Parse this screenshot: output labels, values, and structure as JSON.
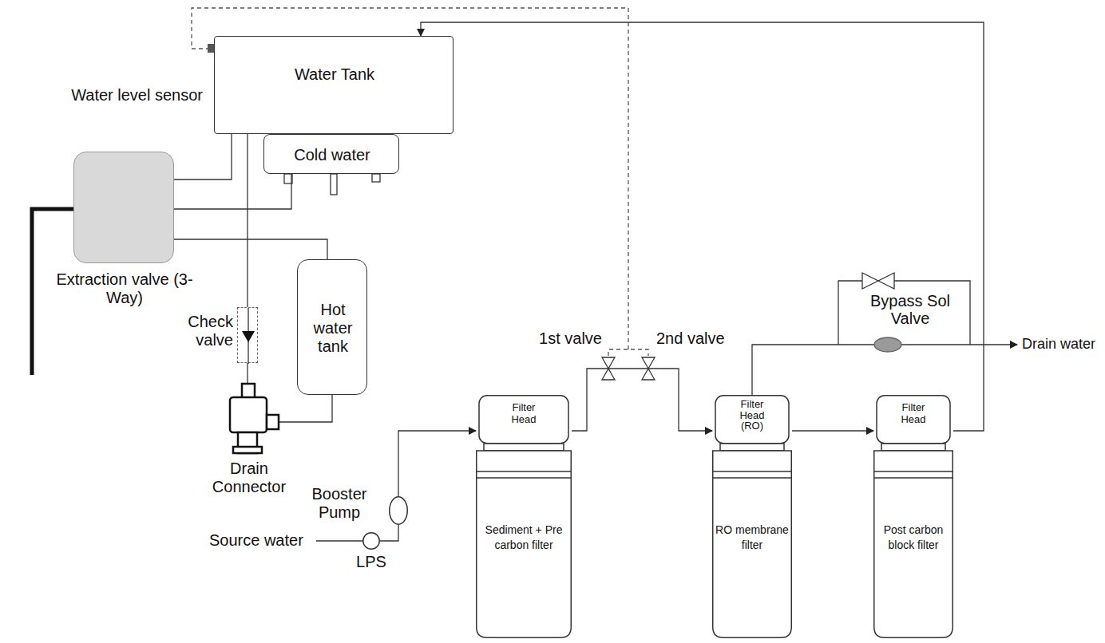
{
  "diagram": {
    "nodes": [
      {
        "text": [
          "Water Tank"
        ]
      },
      {
        "text": [
          "Cold water"
        ]
      },
      {
        "text": [
          "Extraction valve (3-Way)"
        ]
      },
      {
        "text": [
          "Check valve"
        ]
      },
      {
        "text": [
          "Drain Connector"
        ]
      },
      {
        "text": [
          "Hot water tank"
        ]
      },
      {
        "text": [
          "Booster Pump"
        ]
      },
      {
        "text": [
          "LPS"
        ]
      },
      {
        "text": [
          "Filter Head",
          "Sediment + Pre carbon filter"
        ]
      },
      {
        "text": [
          "Filter Head (RO)",
          "RO membrane filter"
        ]
      },
      {
        "text": [
          "Filter Head",
          "Post carbon block filter"
        ]
      }
    ],
    "edges": [
      {
        "from": 7,
        "to": 6,
        "arrow": "none"
      },
      {
        "from": 6,
        "to": 8,
        "arrow": "to"
      },
      {
        "from": 8,
        "to": 9,
        "arrow": "to"
      },
      {
        "from": 9,
        "to": 10,
        "arrow": "to"
      },
      {
        "from": 10,
        "to": 0,
        "arrow": "to"
      },
      {
        "from": 0,
        "to": 2,
        "arrow": "none"
      },
      {
        "from": 1,
        "to": 2,
        "arrow": "none"
      },
      {
        "from": 5,
        "to": 2,
        "arrow": "none"
      },
      {
        "from": 0,
        "to": 3,
        "arrow": "none"
      },
      {
        "from": 3,
        "to": 4,
        "arrow": "none"
      },
      {
        "from": 5,
        "to": 4,
        "arrow": "none"
      }
    ],
    "labels": [
      "Water level sensor",
      "1st valve",
      "2nd valve",
      "Bypass Sol Valve",
      "Drain water",
      "Source water"
    ]
  }
}
